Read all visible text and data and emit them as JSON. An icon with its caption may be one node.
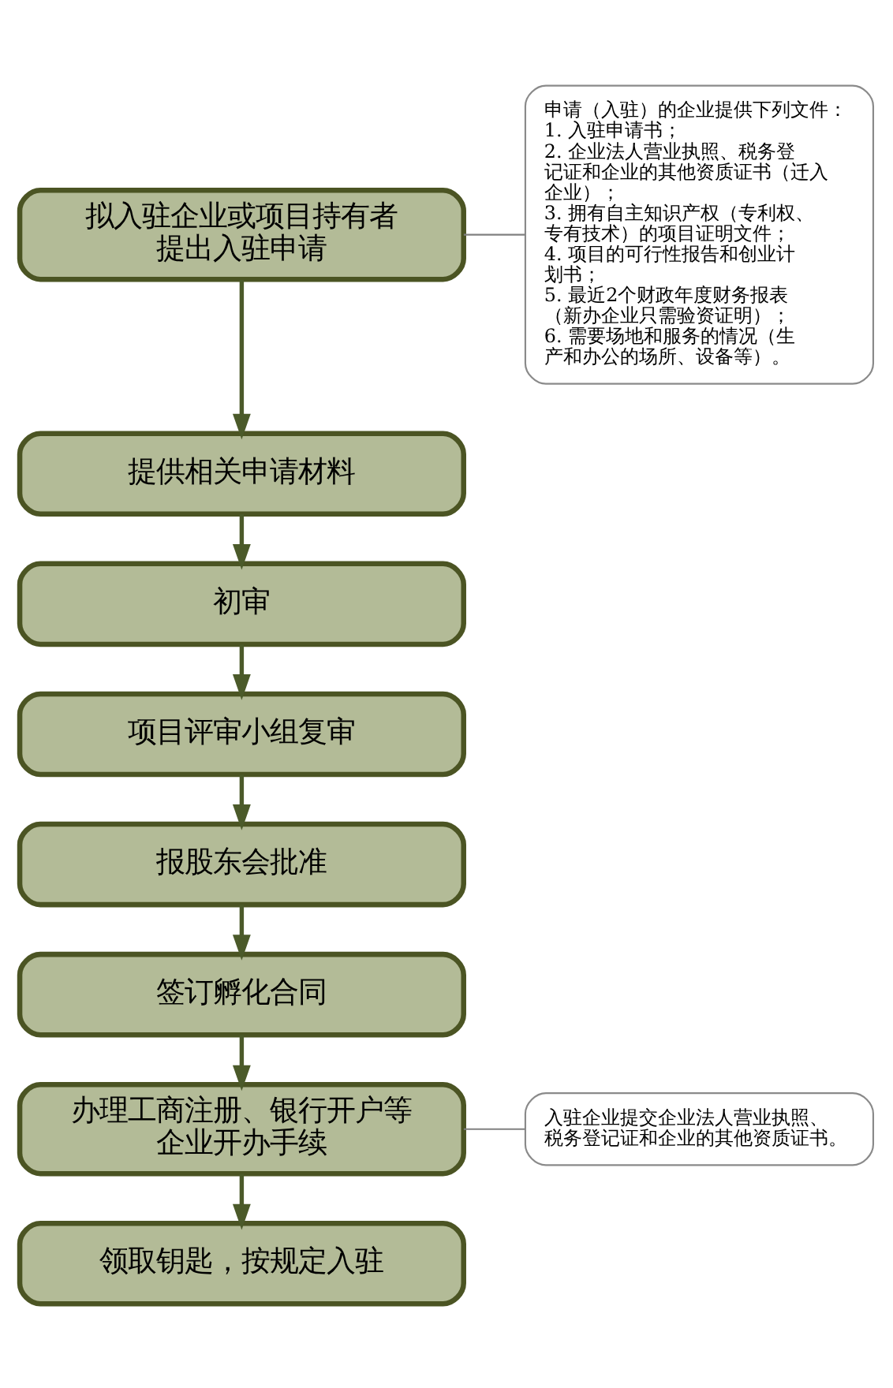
{
  "diagram": {
    "nodes": [
      {
        "text": [
          "拟入驻企业或项目持有者提出入驻申请"
        ]
      },
      {
        "text": [
          "申请（入驻）的企业提供下列文件：",
          "1. 入驻申请书；",
          "2. 企业法人营业执照、税务登记证和企业的其他资质证书（迁入企业）；",
          "3. 拥有自主知识产权（专利权、专有技术）的项目证明文件；",
          "4. 项目的可行性报告和创业计划书；",
          "5. 最近2个财政年度财务报表（新办企业只需验资证明）；",
          "6. 需要场地和服务的情况（生产和办公的场所、设备等）。"
        ]
      },
      {
        "text": [
          "提供相关申请材料"
        ]
      },
      {
        "text": [
          "初审"
        ]
      },
      {
        "text": [
          "项目评审小组复审"
        ]
      },
      {
        "text": [
          "报股东会批准"
        ]
      },
      {
        "text": [
          "签订孵化合同"
        ]
      },
      {
        "text": [
          "办理工商注册、银行开户等企业开办手续"
        ]
      },
      {
        "text": [
          "入驻企业提交企业法人营业执照、税务登记证和企业的其他资质证书。"
        ]
      },
      {
        "text": [
          "领取钥匙，按规定入驻"
        ]
      }
    ],
    "edges": [
      {
        "from": 0,
        "to": 1,
        "arrow": "none",
        "color": "#808080"
      },
      {
        "from": 0,
        "to": 2,
        "arrow": "to"
      },
      {
        "from": 2,
        "to": 3,
        "arrow": "to"
      },
      {
        "from": 3,
        "to": 4,
        "arrow": "to"
      },
      {
        "from": 4,
        "to": 5,
        "arrow": "to"
      },
      {
        "from": 5,
        "to": 6,
        "arrow": "to"
      },
      {
        "from": 6,
        "to": 7,
        "arrow": "to"
      },
      {
        "from": 7,
        "to": 8,
        "arrow": "none",
        "color": "#808080"
      },
      {
        "from": 7,
        "to": 9,
        "arrow": "to"
      }
    ]
  }
}
